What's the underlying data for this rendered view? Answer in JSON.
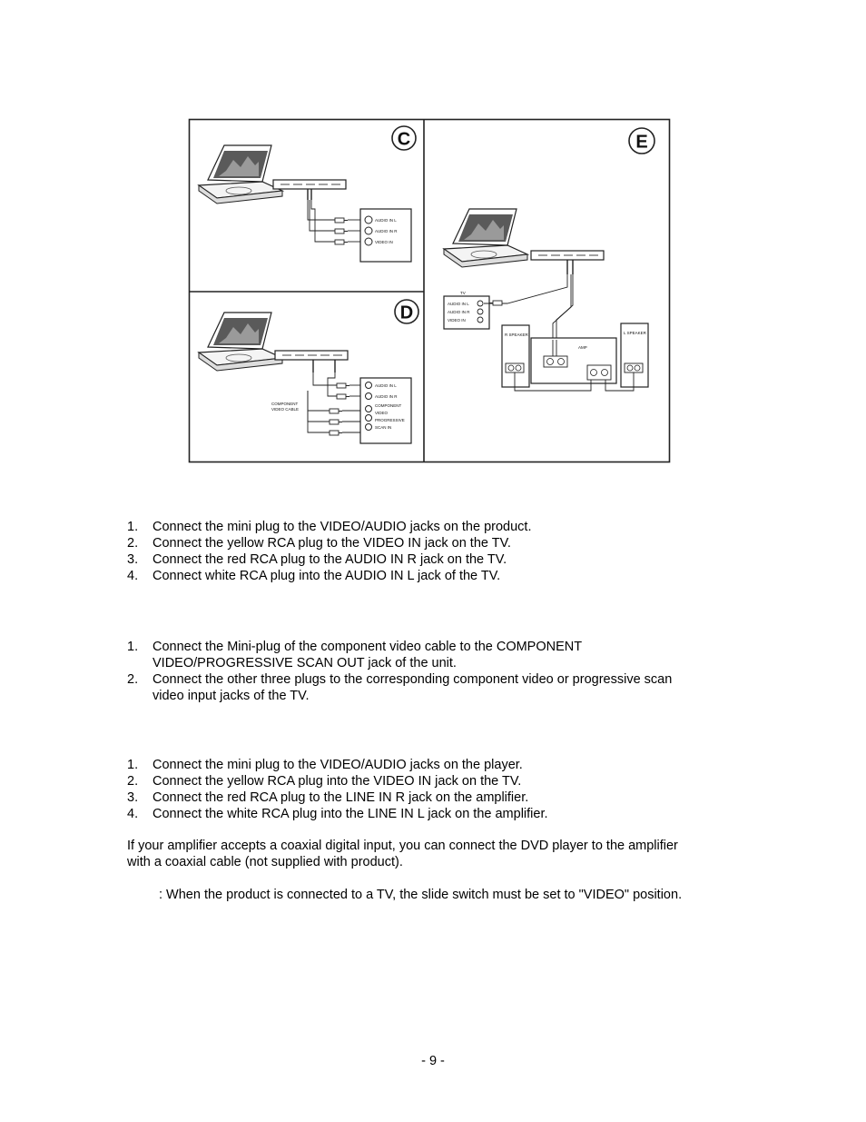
{
  "diagram": {
    "panel_c": {
      "letter": "C",
      "jacks": [
        "AUDIO IN L",
        "AUDIO IN R",
        "VIDEO IN"
      ]
    },
    "panel_d": {
      "letter": "D",
      "cable_label_1": "COMPONENT",
      "cable_label_2": "VIDEO CABLE",
      "jacks": [
        "AUDIO IN L",
        "AUDIO IN R",
        "COMPONENT",
        "VIDEO",
        "PROGRESSIVE",
        "SCAN IN"
      ]
    },
    "panel_e": {
      "letter": "E",
      "tv_label": "TV",
      "tv_jacks": [
        "AUDIO IN L",
        "AUDIO IN R",
        "VIDEO IN"
      ],
      "left_speaker": "R SPEAKER",
      "right_speaker": "L SPEAKER",
      "amp_label": "AMP"
    }
  },
  "section1": {
    "steps": [
      {
        "num": "1.",
        "text": "Connect the mini plug to the VIDEO/AUDIO jacks on the product."
      },
      {
        "num": "2.",
        "text": "Connect the yellow RCA plug to the VIDEO IN jack on the TV."
      },
      {
        "num": "3.",
        "text": "Connect the red RCA plug to the AUDIO IN R jack on the TV."
      },
      {
        "num": "4.",
        "text": "Connect white RCA plug into the AUDIO IN L jack of the TV."
      }
    ]
  },
  "section2": {
    "steps": [
      {
        "num": "1.",
        "line1": "Connect the Mini-plug of the component video cable to the COMPONENT",
        "line2": "VIDEO/PROGRESSIVE SCAN OUT jack of the unit."
      },
      {
        "num": "2.",
        "line1": "Connect the other three plugs to the corresponding component video or progressive scan",
        "line2": "video input jacks of the TV."
      }
    ]
  },
  "section3": {
    "steps": [
      {
        "num": "1.",
        "text": "Connect the mini plug to the VIDEO/AUDIO jacks on the player."
      },
      {
        "num": "2.",
        "text": "Connect the yellow RCA plug into the VIDEO IN jack on the TV."
      },
      {
        "num": "3.",
        "text": "Connect the red RCA plug to the LINE IN R jack on the amplifier."
      },
      {
        "num": "4.",
        "text": "Connect the white RCA plug into the LINE IN L jack on the amplifier."
      }
    ]
  },
  "coaxial_note": {
    "line1": "If your amplifier accepts a coaxial digital input, you can connect the DVD player to the amplifier",
    "line2": "with a coaxial cable (not supplied with product)."
  },
  "switch_note": ": When the product is connected to a TV, the slide switch must be set to \"VIDEO\" position.",
  "footer": {
    "page_number": "- 9 -"
  }
}
